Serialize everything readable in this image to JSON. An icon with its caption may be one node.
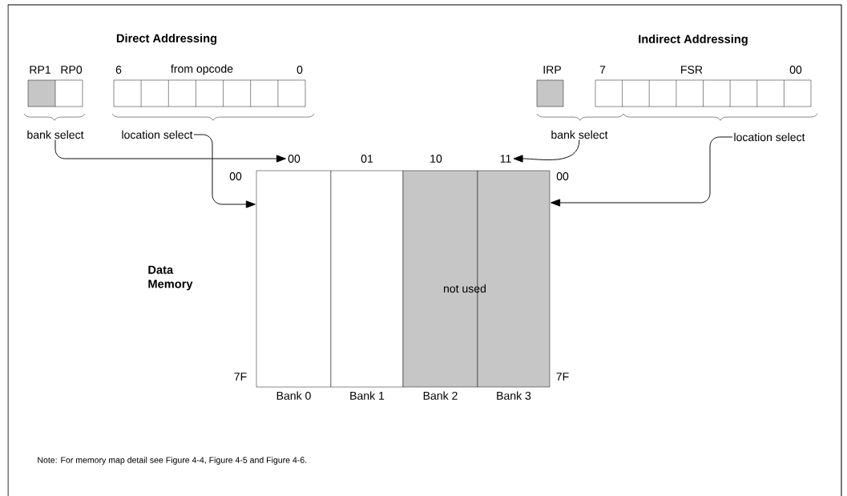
{
  "diagram": {
    "nodes": [
      {
        "text": [
          "bank select"
        ]
      },
      {
        "text": [
          "location select"
        ]
      },
      {
        "text": [
          "bank select"
        ]
      },
      {
        "text": [
          "location select"
        ]
      },
      {
        "text": [
          "00"
        ]
      },
      {
        "text": [
          "01"
        ]
      },
      {
        "text": [
          "10"
        ]
      },
      {
        "text": [
          "11"
        ]
      },
      {
        "text": [
          "Bank 0"
        ]
      },
      {
        "text": [
          "Bank 1"
        ]
      },
      {
        "text": [
          "Bank 2"
        ]
      },
      {
        "text": [
          "Bank 3"
        ]
      }
    ],
    "edges": [
      {
        "from": 0,
        "to": 4,
        "arrow": "to"
      },
      {
        "from": 1,
        "to": 8,
        "arrow": "to"
      },
      {
        "from": 2,
        "to": 7,
        "arrow": "to"
      },
      {
        "from": 3,
        "to": 11,
        "arrow": "to"
      }
    ],
    "labels": [
      "Direct Addressing",
      "RP1",
      "RP0",
      "6",
      "from opcode",
      "0",
      "Indirect Addressing",
      "IRP",
      "7",
      "FSR",
      "00",
      "00",
      "00",
      "Data Memory",
      "not used",
      "7F",
      "7F",
      "Note: For memory map detail see Figure 4-4, Figure 4-5 and Figure 4-6."
    ]
  }
}
